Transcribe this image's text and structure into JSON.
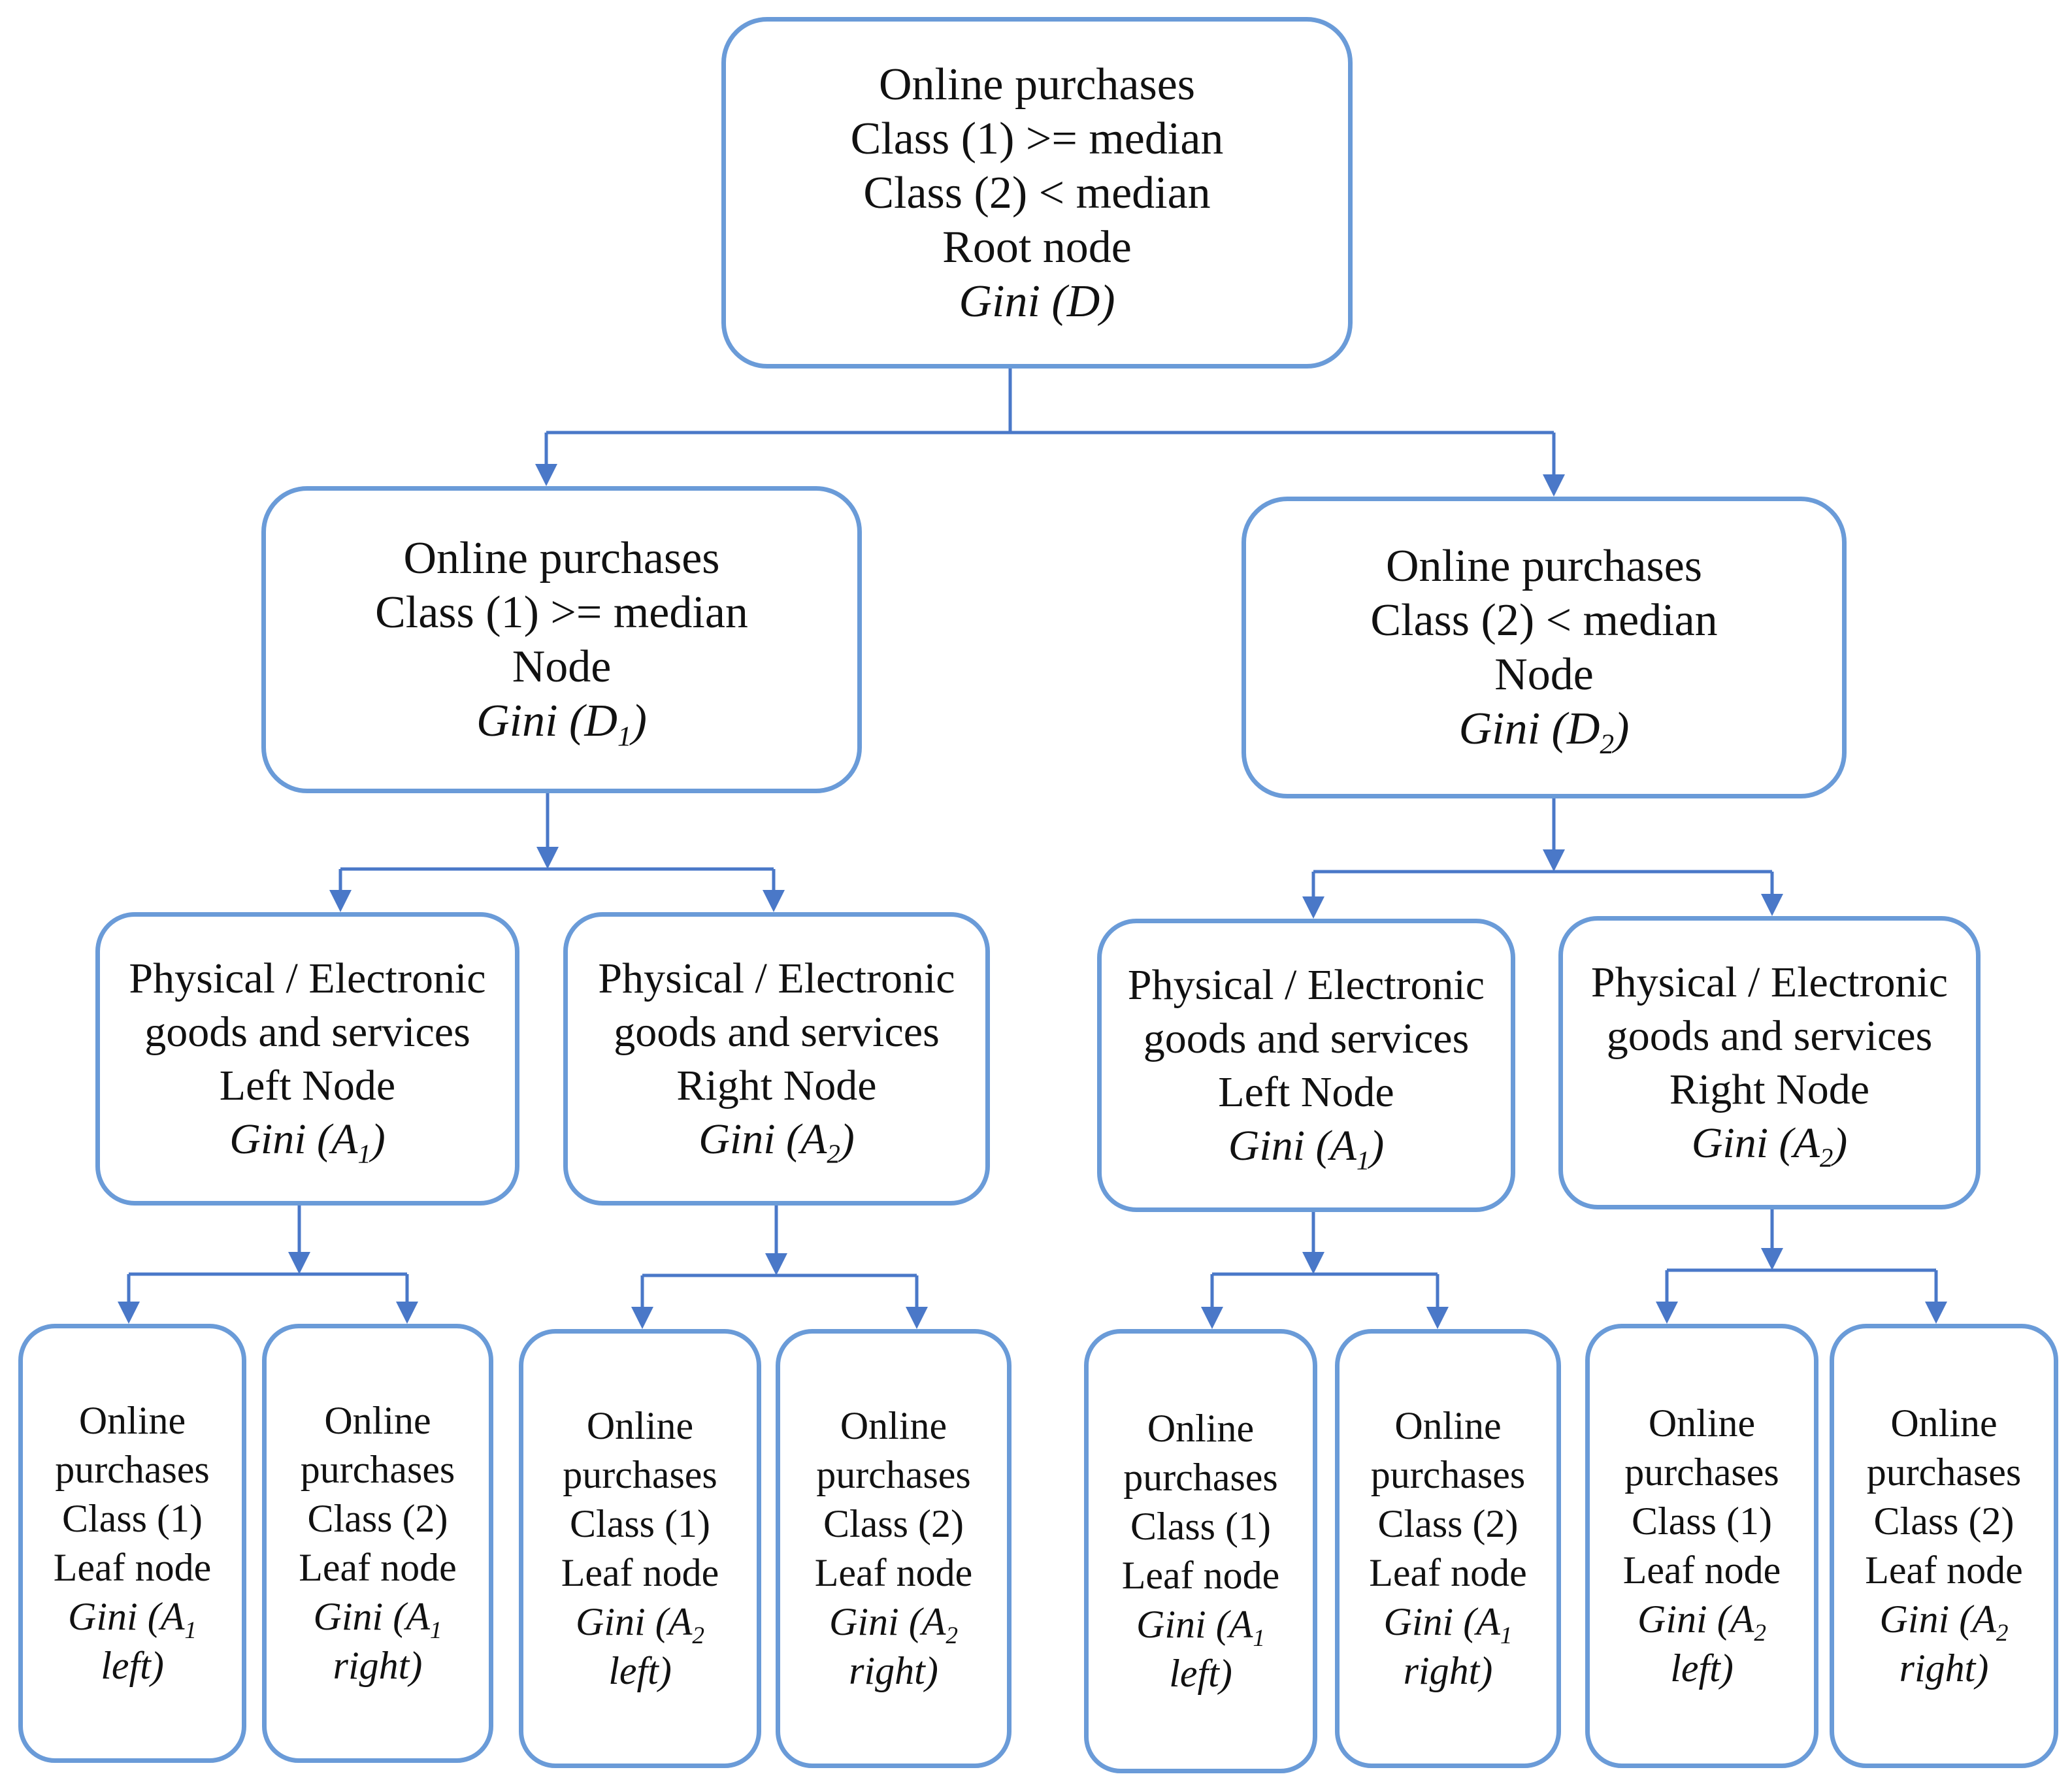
{
  "root": {
    "line1": "Online purchases",
    "line2": "Class (1) >= median",
    "line3": "Class (2) < median",
    "line4": "Root node",
    "gini": "Gini (D)"
  },
  "left_node": {
    "line1": "Online purchases",
    "line2": "Class (1) >= median",
    "line3": "Node",
    "gini_prefix": "Gini (D",
    "gini_sub": "1",
    "gini_suffix": ")"
  },
  "right_node": {
    "line1": "Online purchases",
    "line2": "Class (2) < median",
    "line3": "Node",
    "gini_prefix": "Gini (D",
    "gini_sub": "2",
    "gini_suffix": ")"
  },
  "split_nodes": [
    {
      "line1": "Physical / Electronic",
      "line2": "goods and services",
      "line3": "Left Node",
      "gini_prefix": "Gini (A",
      "gini_sub": "1",
      "gini_suffix": ")"
    },
    {
      "line1": "Physical / Electronic",
      "line2": "goods and services",
      "line3": "Right Node",
      "gini_prefix": "Gini (A",
      "gini_sub": "2",
      "gini_suffix": ")"
    },
    {
      "line1": "Physical / Electronic",
      "line2": "goods and services",
      "line3": "Left Node",
      "gini_prefix": "Gini (A",
      "gini_sub": "1",
      "gini_suffix": ")"
    },
    {
      "line1": "Physical / Electronic",
      "line2": "goods and services",
      "line3": "Right Node",
      "gini_prefix": "Gini (A",
      "gini_sub": "2",
      "gini_suffix": ")"
    }
  ],
  "leaves": [
    {
      "line1": "Online",
      "line2": "purchases",
      "line3": "Class (1)",
      "line4": "Leaf node",
      "gini_prefix": "Gini (A",
      "gini_sub": "1",
      "gini_suffix": "left)"
    },
    {
      "line1": "Online",
      "line2": "purchases",
      "line3": "Class (2)",
      "line4": "Leaf node",
      "gini_prefix": "Gini (A",
      "gini_sub": "1",
      "gini_suffix": "right)"
    },
    {
      "line1": "Online",
      "line2": "purchases",
      "line3": "Class (1)",
      "line4": "Leaf node",
      "gini_prefix": "Gini (A",
      "gini_sub": "2",
      "gini_suffix": "left)"
    },
    {
      "line1": "Online",
      "line2": "purchases",
      "line3": "Class (2)",
      "line4": "Leaf node",
      "gini_prefix": "Gini (A",
      "gini_sub": "2",
      "gini_suffix": "right)"
    },
    {
      "line1": "Online",
      "line2": "purchases",
      "line3": "Class (1)",
      "line4": "Leaf node",
      "gini_prefix": "Gini (A",
      "gini_sub": "1",
      "gini_suffix": "left)"
    },
    {
      "line1": "Online",
      "line2": "purchases",
      "line3": "Class (2)",
      "line4": "Leaf node",
      "gini_prefix": "Gini (A",
      "gini_sub": "1",
      "gini_suffix": "right)"
    },
    {
      "line1": "Online",
      "line2": "purchases",
      "line3": "Class (1)",
      "line4": "Leaf node",
      "gini_prefix": "Gini (A",
      "gini_sub": "2",
      "gini_suffix": "left)"
    },
    {
      "line1": "Online",
      "line2": "purchases",
      "line3": "Class (2)",
      "line4": "Leaf node",
      "gini_prefix": "Gini (A",
      "gini_sub": "2",
      "gini_suffix": "right)"
    }
  ],
  "colors": {
    "border": "#6a9bd8",
    "connector": "#4a78c8",
    "text": "#111111"
  }
}
